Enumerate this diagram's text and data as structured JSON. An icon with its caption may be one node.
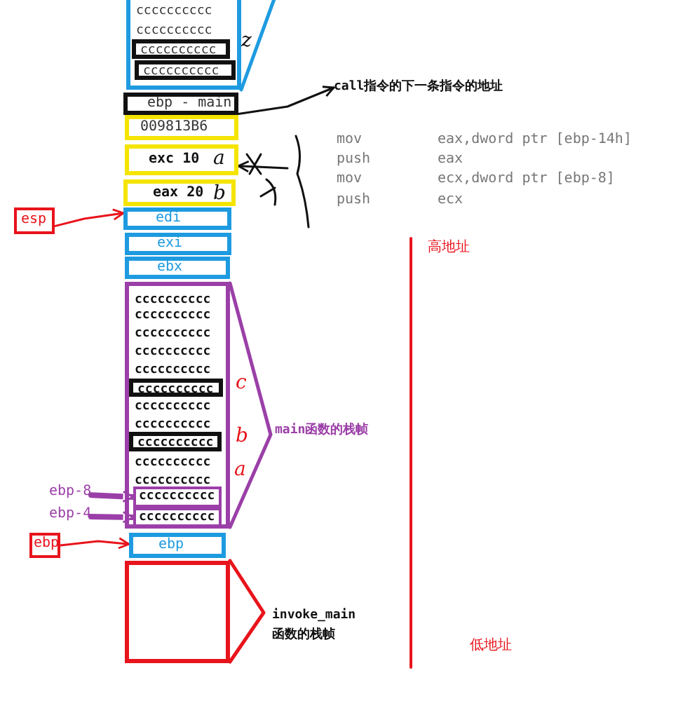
{
  "diagram": {
    "nodes": [
      {
        "text": [
          "cccccccccc",
          "cccccccccc"
        ]
      },
      {
        "text": [
          "cccccccccc"
        ],
        "in": 0
      },
      {
        "text": [
          "cccccccccc"
        ],
        "in": 0
      },
      {
        "text": [
          "ebp - main"
        ]
      },
      {
        "text": [
          "009813B6"
        ]
      },
      {
        "text": [
          "exc 10"
        ]
      },
      {
        "text": [
          "eax 20"
        ]
      },
      {
        "text": [
          "edi"
        ]
      },
      {
        "text": [
          "exi"
        ]
      },
      {
        "text": [
          "ebx"
        ]
      },
      {
        "text": [
          "cccccccccc",
          "cccccccccc",
          "cccccccccc",
          "cccccccccc",
          "cccccccccc",
          "cccccccccc",
          "cccccccccc",
          "cccccccccc",
          "cccccccccc"
        ]
      },
      {
        "text": [
          "cccccccccc"
        ],
        "in": 10
      },
      {
        "text": [
          "cccccccccc"
        ],
        "in": 10
      },
      {
        "text": [
          "cccccccccc"
        ],
        "in": 10
      },
      {
        "text": [
          "cccccccccc"
        ],
        "in": 10
      },
      {
        "text": [
          "ebp"
        ]
      },
      {
        "text": [],
        "shape": "box"
      },
      {
        "text": [
          "esp"
        ]
      },
      {
        "text": [
          "ebp-8"
        ]
      },
      {
        "text": [
          "ebp-4"
        ]
      },
      {
        "text": [
          "ebp"
        ]
      },
      {
        "text": [
          "call指令的下一条指令的地址"
        ]
      },
      {
        "text": [
          "main函数的栈帧"
        ]
      },
      {
        "text": [
          "invoke_main",
          "函数的栈帧"
        ]
      }
    ],
    "edges": [
      {
        "from": 3,
        "to": 21,
        "arrow": "to"
      },
      {
        "from": null,
        "to": 5,
        "arrow": "to"
      },
      {
        "from": 17,
        "to": 7,
        "arrow": "to",
        "color": "#e8141c"
      },
      {
        "from": 18,
        "to": 13,
        "arrow": "to",
        "style": "thick",
        "color": "#9b3fa8"
      },
      {
        "from": 19,
        "to": 14,
        "arrow": "to",
        "style": "thick",
        "color": "#9b3fa8"
      },
      {
        "from": 20,
        "to": 15,
        "arrow": "to",
        "color": "#e8141c"
      }
    ],
    "labels": [
      "z",
      "mov",
      "eax,dword ptr [ebp-14h]",
      "a",
      "push",
      "eax",
      "mov",
      "ecx,dword ptr [ebp-8]",
      "b",
      "push",
      "ecx",
      "高地址",
      "c",
      "b",
      "a",
      "低地址"
    ]
  }
}
